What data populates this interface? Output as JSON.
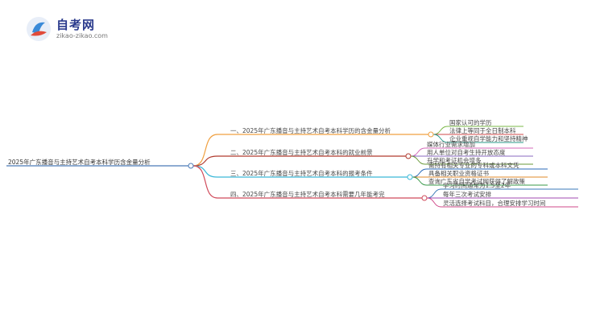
{
  "logo": {
    "title": "自考网",
    "subtitle": "zikao-zikao.com"
  },
  "root": {
    "label": "2025年广东播音与主持艺术自考本科学历含金量分析",
    "color": "#4a7bb7"
  },
  "branches": [
    {
      "label": "一、2025年广东播音与主持艺术自考本科学历的含金量分析",
      "color": "#f0a040",
      "children": [
        {
          "label": "国家认可的学历",
          "color": "#7bb848"
        },
        {
          "label": "法律上等同于全日制本科",
          "color": "#d04a4a"
        },
        {
          "label": "企业重视自学能力和坚持精神",
          "color": "#2a9a8a"
        }
      ]
    },
    {
      "label": "二、2025年广东播音与主持艺术自考本科的就业前景",
      "color": "#b03a2e",
      "children": [
        {
          "label": "媒体行业需求增加",
          "color": "#d46ab8"
        },
        {
          "label": "用人单位对自考生持开放态度",
          "color": "#8a6ac0"
        },
        {
          "label": "升学和考证机会增多",
          "color": "#6a9a3a"
        }
      ]
    },
    {
      "label": "三、2025年广东播音与主持艺术自考本科的报考条件",
      "color": "#3ab8d8",
      "children": [
        {
          "label": "需持有相关专业的专科或本科文凭",
          "color": "#2a6ab8"
        },
        {
          "label": "具备相关职业资格证书",
          "color": "#e08a2a"
        },
        {
          "label": "查询广东省自学考试网获得了解政策",
          "color": "#3a9a4a"
        }
      ]
    },
    {
      "label": "四、2025年广东播音与主持艺术自考本科需要几年能考完",
      "color": "#d04a5a",
      "children": [
        {
          "label": "学习时间通常为1.5至2年",
          "color": "#3a7ab8"
        },
        {
          "label": "每年三次考试安排",
          "color": "#a04ab0"
        },
        {
          "label": "灵活选择考试科目，合理安排学习时间",
          "color": "#d04a8a"
        }
      ]
    }
  ]
}
